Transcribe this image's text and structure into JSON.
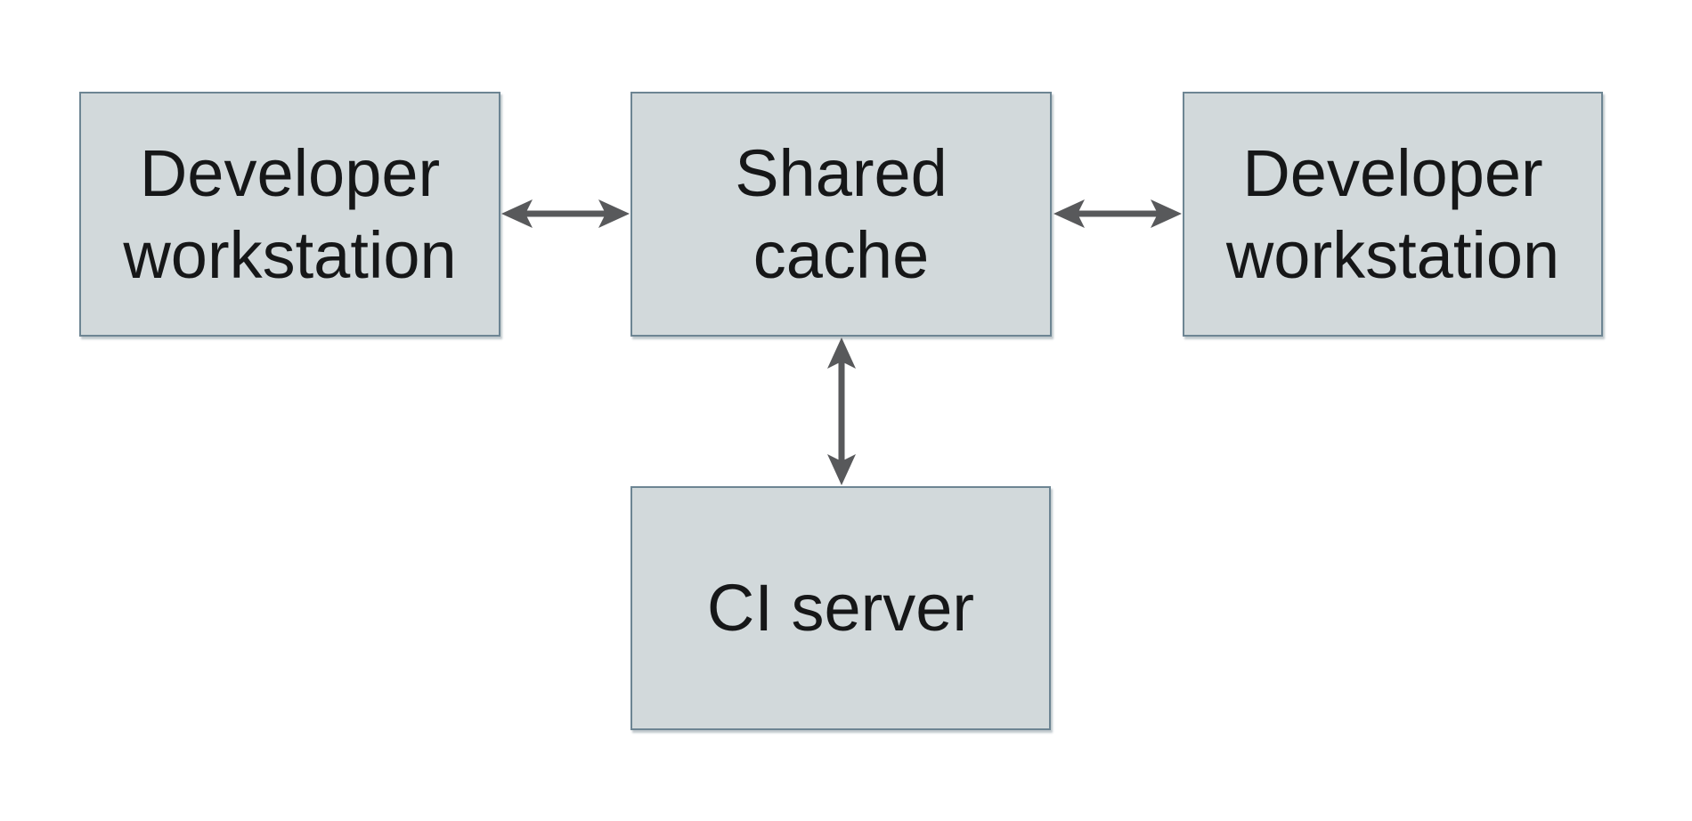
{
  "theme": {
    "background": "#ffffff",
    "node_fill": "#d2d9db",
    "node_border": "#6d8593",
    "arrow_color": "#58595b",
    "text_color": "#161718"
  },
  "diagram": {
    "type": "architecture-diagram",
    "nodes": {
      "dev_left": {
        "lines": [
          "Developer",
          "workstation"
        ]
      },
      "shared": {
        "lines": [
          "Shared",
          "cache"
        ]
      },
      "dev_right": {
        "lines": [
          "Developer",
          "workstation"
        ]
      },
      "ci": {
        "lines": [
          "CI server"
        ]
      }
    },
    "edges": [
      {
        "from": "Developer workstation (left)",
        "to": "Shared cache",
        "direction": "bidirectional"
      },
      {
        "from": "Shared cache",
        "to": "Developer workstation (right)",
        "direction": "bidirectional"
      },
      {
        "from": "Shared cache",
        "to": "CI server",
        "direction": "bidirectional"
      }
    ]
  }
}
